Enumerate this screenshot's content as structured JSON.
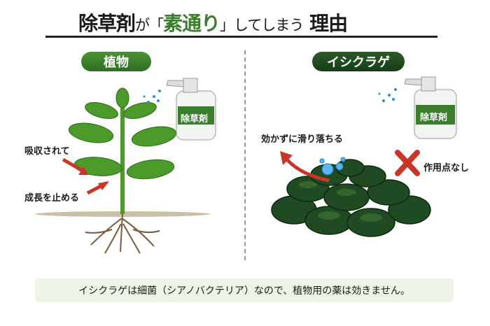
{
  "title": {
    "part1": "除草剤",
    "part2": "が「",
    "highlight": "素通り",
    "part3": "」してしまう",
    "part4": "理由"
  },
  "left": {
    "heading": "植物",
    "bottle_label": "除草剤",
    "label_absorb": "吸収されて",
    "label_stop": "成長を止める"
  },
  "right": {
    "heading": "イシクラゲ",
    "bottle_label": "除草剤",
    "label_slide": "効かずに滑り落ちる",
    "label_no_target": "作用点なし"
  },
  "footer": {
    "note": "イシクラゲは細菌（シアノバクテリア）なので、植物用の薬は効きません。"
  },
  "colors": {
    "accent_green": "#3a7d2c",
    "dark_green": "#1f4a22",
    "arrow_red": "#c8362a"
  }
}
